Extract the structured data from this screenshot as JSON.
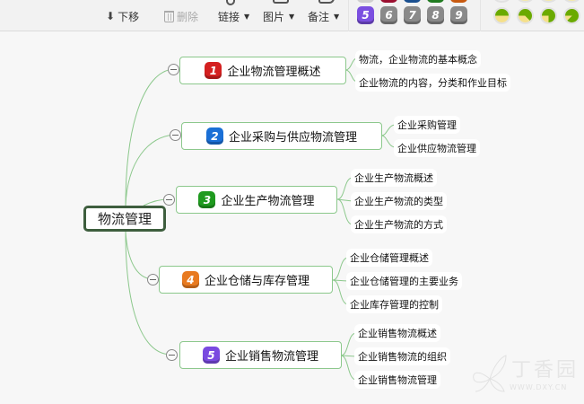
{
  "toolbar": {
    "move_down_label": "下移",
    "delete_label": "删除",
    "link_label": "链接",
    "image_label": "图片",
    "note_label": "备注",
    "priority_icons": [
      {
        "number": "5",
        "color": "#7b4fe0"
      },
      {
        "number": "6",
        "color": "#8a8a8a"
      },
      {
        "number": "7",
        "color": "#8a8a8a"
      },
      {
        "number": "8",
        "color": "#8a8a8a"
      },
      {
        "number": "9",
        "color": "#8a8a8a"
      }
    ],
    "priority_top_row_colors": [
      "#cfcfcf",
      "#9b1030",
      "#1a4f8f",
      "#1f7a1f",
      "#c85a10"
    ],
    "progress_icons": [
      "progress-50",
      "progress-62",
      "progress-75",
      "progress-87"
    ]
  },
  "mindmap": {
    "root": {
      "label": "物流管理"
    },
    "branches": [
      {
        "number": "1",
        "color": "#d42020",
        "label": "企业物流管理概述",
        "children": [
          "物流，企业物流的基本概念",
          "企业物流的内容，分类和作业目标"
        ]
      },
      {
        "number": "2",
        "color": "#1a6fd6",
        "label": "企业采购与供应物流管理",
        "children": [
          "企业采购管理",
          "企业供应物流管理"
        ]
      },
      {
        "number": "3",
        "color": "#1f9a1f",
        "label": "企业生产物流管理",
        "children": [
          "企业生产物流概述",
          "企业生产物流的类型",
          "企业生产物流的方式"
        ]
      },
      {
        "number": "4",
        "color": "#e87a20",
        "label": "企业仓储与库存管理",
        "children": [
          "企业仓储管理概述",
          "企业仓储管理的主要业务",
          "企业库存管理的控制"
        ]
      },
      {
        "number": "5",
        "color": "#7a4ae0",
        "label": "企业销售物流管理",
        "children": [
          "企业销售物流概述",
          "企业销售物流的组织",
          "企业销售物流管理"
        ]
      }
    ]
  },
  "watermark": {
    "text": "丁香园",
    "url": "WWW.DXY.CN"
  },
  "colors": {
    "line": "#8cc88c",
    "root_border": "#3e5e3e",
    "background": "#f7f7f7"
  }
}
